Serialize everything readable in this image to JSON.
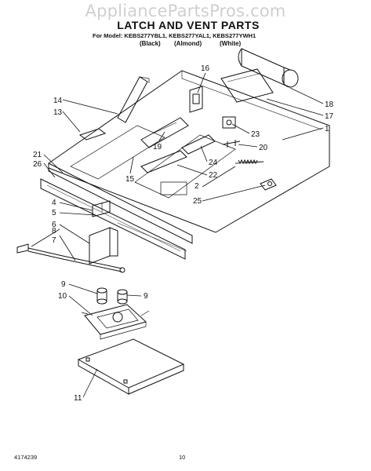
{
  "watermark": "AppliancePartsPros.com",
  "header": {
    "title": "LATCH AND VENT PARTS",
    "model_line": "For Model: KEBS277YBL1, KEBS277YAL1, KEBS277YWH1",
    "color_black": "(Black)",
    "color_almond": "(Almond)",
    "color_white": "(White)"
  },
  "callouts": {
    "c1": "1",
    "c2": "2",
    "c4": "4",
    "c5": "5",
    "c6": "6",
    "c7": "7",
    "c8": "8",
    "c9a": "9",
    "c9b": "9",
    "c10": "10",
    "c11": "11",
    "c13": "13",
    "c14": "14",
    "c15": "15",
    "c16": "16",
    "c17": "17",
    "c18": "18",
    "c19": "19",
    "c20": "20",
    "c21": "21",
    "c22": "22",
    "c23": "23",
    "c24": "24",
    "c25": "25",
    "c26": "26"
  },
  "footer": {
    "doc_number": "4174239",
    "page_number": "10"
  }
}
